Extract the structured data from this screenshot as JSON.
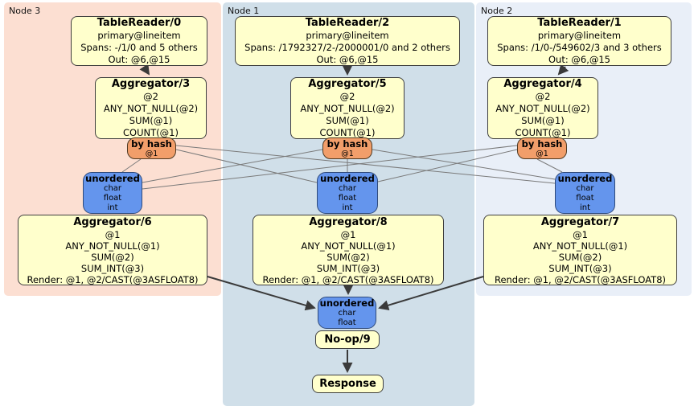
{
  "colors": {
    "node3_bg": "#fcdfd2",
    "node1_bg": "#d0dfe9",
    "node2_bg": "#e9eff8",
    "processor_bg": "#ffffcc",
    "router_bg": "#f29e6a",
    "sync_bg": "#6495ed",
    "edge_thin": "#7a7a7a",
    "edge_thick": "#3a3a3a"
  },
  "regions": {
    "node3": {
      "label": "Node 3"
    },
    "node1": {
      "label": "Node 1"
    },
    "node2": {
      "label": "Node 2"
    }
  },
  "processors": {
    "tr0": {
      "title": "TableReader/0",
      "lines": [
        "primary@lineitem",
        "Spans: -/1/0 and 5 others",
        "Out: @6,@15"
      ]
    },
    "tr2": {
      "title": "TableReader/2",
      "lines": [
        "primary@lineitem",
        "Spans: /1792327/2-/2000001/0 and 2 others",
        "Out: @6,@15"
      ]
    },
    "tr1": {
      "title": "TableReader/1",
      "lines": [
        "primary@lineitem",
        "Spans: /1/0-/549602/3 and 3 others",
        "Out: @6,@15"
      ]
    },
    "agg3": {
      "title": "Aggregator/3",
      "lines": [
        "@2",
        "ANY_NOT_NULL(@2)",
        "SUM(@1)",
        "COUNT(@1)"
      ]
    },
    "agg5": {
      "title": "Aggregator/5",
      "lines": [
        "@2",
        "ANY_NOT_NULL(@2)",
        "SUM(@1)",
        "COUNT(@1)"
      ]
    },
    "agg4": {
      "title": "Aggregator/4",
      "lines": [
        "@2",
        "ANY_NOT_NULL(@2)",
        "SUM(@1)",
        "COUNT(@1)"
      ]
    },
    "agg6": {
      "title": "Aggregator/6",
      "lines": [
        "@1",
        "ANY_NOT_NULL(@1)",
        "SUM(@2)",
        "SUM_INT(@3)",
        "Render: @1, @2/CAST(@3ASFLOAT8)"
      ]
    },
    "agg8": {
      "title": "Aggregator/8",
      "lines": [
        "@1",
        "ANY_NOT_NULL(@1)",
        "SUM(@2)",
        "SUM_INT(@3)",
        "Render: @1, @2/CAST(@3ASFLOAT8)"
      ]
    },
    "agg7": {
      "title": "Aggregator/7",
      "lines": [
        "@1",
        "ANY_NOT_NULL(@1)",
        "SUM(@2)",
        "SUM_INT(@3)",
        "Render: @1, @2/CAST(@3ASFLOAT8)"
      ]
    },
    "noop": {
      "title": "No-op/9"
    },
    "response": {
      "title": "Response"
    }
  },
  "routers": {
    "hash3": {
      "title": "by hash",
      "detail": "@1"
    },
    "hash1": {
      "title": "by hash",
      "detail": "@1"
    },
    "hash2": {
      "title": "by hash",
      "detail": "@1"
    }
  },
  "syncs": {
    "sync3": {
      "title": "unordered",
      "lines": [
        "char",
        "float",
        "int"
      ]
    },
    "sync1": {
      "title": "unordered",
      "lines": [
        "char",
        "float",
        "int"
      ]
    },
    "sync2": {
      "title": "unordered",
      "lines": [
        "char",
        "float",
        "int"
      ]
    },
    "final": {
      "title": "unordered",
      "lines": [
        "char",
        "float"
      ]
    }
  }
}
